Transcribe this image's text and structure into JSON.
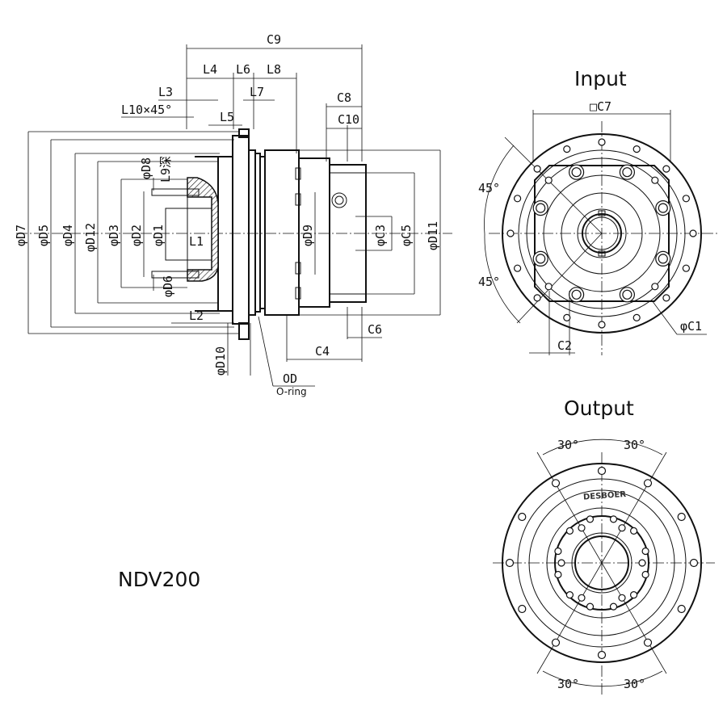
{
  "model": "NDV200",
  "views": {
    "input_title": "Input",
    "output_title": "Output"
  },
  "dimensions": {
    "C9": "C9",
    "L4": "L4",
    "L6": "L6",
    "L8": "L8",
    "L3": "L3",
    "L7": "L7",
    "C8": "C8",
    "L10": "L10×45°",
    "L5": "L5",
    "C10": "C10",
    "D8": "φD8",
    "L9": "L9深",
    "D7": "φD7",
    "D5": "φD5",
    "D4": "φD4",
    "D12": "φD12",
    "D3": "φD3",
    "D2": "φD2",
    "D1": "φD1",
    "L1": "L1",
    "D9": "φD9",
    "C3": "φC3",
    "C5": "φC5",
    "D11": "φD11",
    "D6": "φD6",
    "L2": "L2",
    "C6": "C6",
    "C4": "C4",
    "D10": "φD10",
    "OD": "OD",
    "O_ring": "O-ring"
  },
  "input_view": {
    "square": "□C7",
    "angle_top": "45°",
    "angle_bottom": "45°",
    "C1": "φC1",
    "C2": "C2"
  },
  "output_view": {
    "brand": "DESBOER",
    "angle_tl": "30°",
    "angle_tr": "30°",
    "angle_bl": "30°",
    "angle_br": "30°"
  }
}
